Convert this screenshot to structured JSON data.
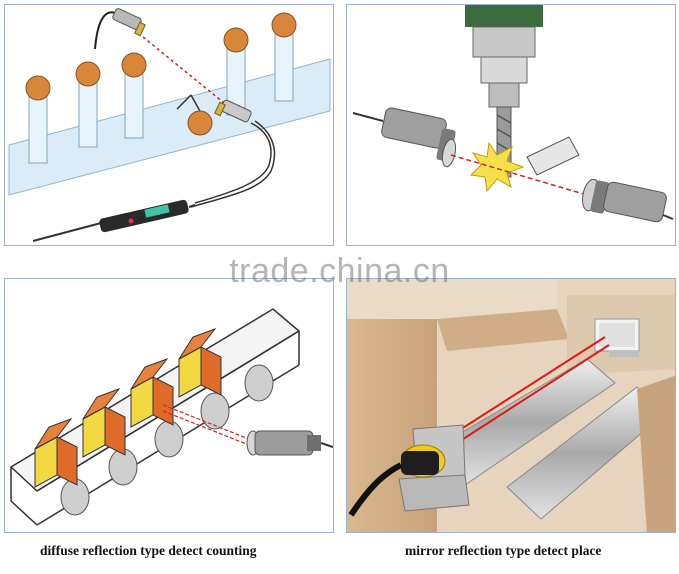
{
  "captions": {
    "left": "diffuse reflection type detect counting",
    "right": "mirror reflection type detect place"
  },
  "watermark": "trade.china.cn",
  "colors": {
    "panel_border": "#9bb3cf",
    "beam": "#d42020",
    "product_orange": "#e06a2a",
    "product_yellow": "#f2d843",
    "ball": "#d8873a"
  }
}
